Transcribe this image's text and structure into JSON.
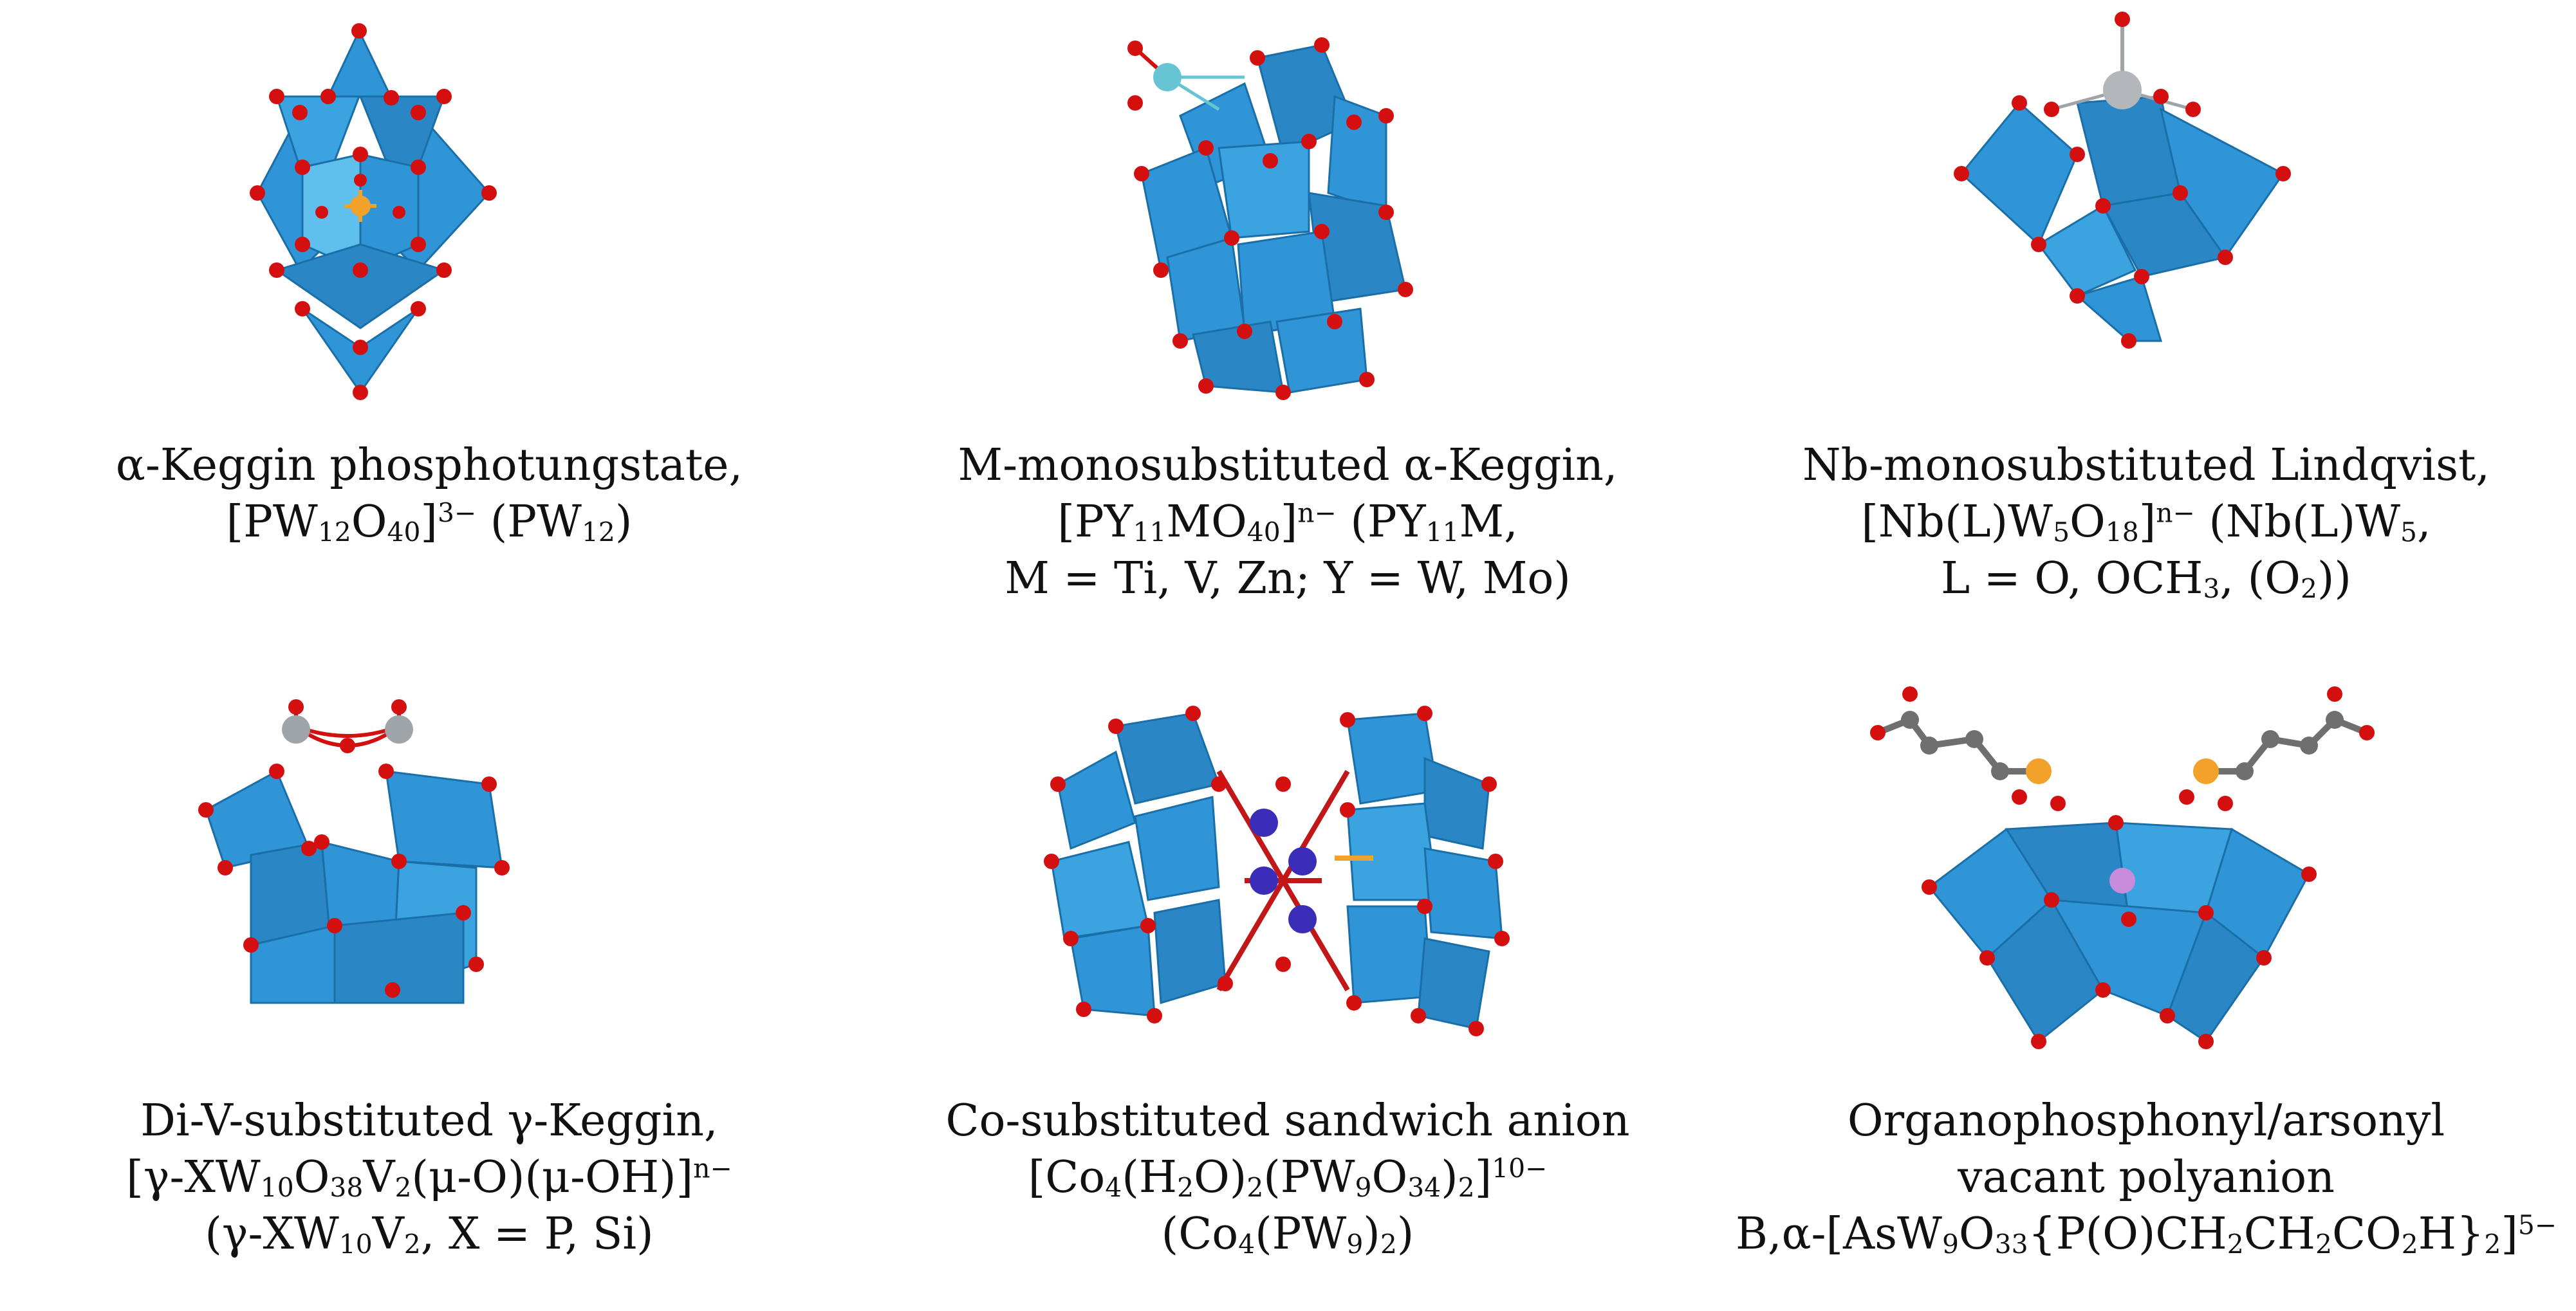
{
  "panels": [
    {
      "id": "keggin",
      "structure": "alpha-keggin-polyhedral-model",
      "caption": [
        [
          {
            "t": "α"
          },
          {
            "t": "-Keggin phosphotungstate,"
          }
        ],
        [
          {
            "t": "[PW"
          },
          {
            "sub": "12"
          },
          {
            "t": "O"
          },
          {
            "sub": "40"
          },
          {
            "t": "]"
          },
          {
            "sup": "3−"
          },
          {
            "t": " (PW"
          },
          {
            "sub": "12"
          },
          {
            "t": ")"
          }
        ]
      ]
    },
    {
      "id": "mono-keggin",
      "structure": "monosubstituted-keggin-polyhedral-model",
      "caption": [
        [
          {
            "t": "M-monosubstituted α-Keggin,"
          }
        ],
        [
          {
            "t": "[PY"
          },
          {
            "sub": "11"
          },
          {
            "t": "MO"
          },
          {
            "sub": "40"
          },
          {
            "t": "]"
          },
          {
            "sup": "n−"
          },
          {
            "t": " (PY"
          },
          {
            "sub": "11"
          },
          {
            "t": "M,"
          }
        ],
        [
          {
            "t": "M = Ti, V, Zn; Y = W, Mo)"
          }
        ]
      ]
    },
    {
      "id": "lindqvist",
      "structure": "lindqvist-polyhedral-model",
      "caption": [
        [
          {
            "t": "Nb-monosubstituted Lindqvist,"
          }
        ],
        [
          {
            "t": "[Nb(L)W"
          },
          {
            "sub": "5"
          },
          {
            "t": "O"
          },
          {
            "sub": "18"
          },
          {
            "t": "]"
          },
          {
            "sup": "n−"
          },
          {
            "t": " (Nb(L)W"
          },
          {
            "sub": "5"
          },
          {
            "t": ","
          }
        ],
        [
          {
            "t": "L = O, OCH"
          },
          {
            "sub": "3"
          },
          {
            "t": ", (O"
          },
          {
            "sub": "2"
          },
          {
            "t": "))"
          }
        ]
      ]
    },
    {
      "id": "gamma-keggin",
      "structure": "divanadium-gamma-keggin-polyhedral-model",
      "caption": [
        [
          {
            "t": "Di-V-substituted γ-Keggin,"
          }
        ],
        [
          {
            "t": "[γ-XW"
          },
          {
            "sub": "10"
          },
          {
            "t": "O"
          },
          {
            "sub": "38"
          },
          {
            "t": "V"
          },
          {
            "sub": "2"
          },
          {
            "t": "(μ-O)(μ-OH)]"
          },
          {
            "sup": "n−"
          }
        ],
        [
          {
            "t": "(γ-XW"
          },
          {
            "sub": "10"
          },
          {
            "t": "V"
          },
          {
            "sub": "2"
          },
          {
            "t": ", X = P, Si)"
          }
        ]
      ]
    },
    {
      "id": "sandwich",
      "structure": "cobalt-sandwich-polyhedral-model",
      "caption": [
        [
          {
            "t": "Co-substituted sandwich anion"
          }
        ],
        [
          {
            "t": "[Co"
          },
          {
            "sub": "4"
          },
          {
            "t": "(H"
          },
          {
            "sub": "2"
          },
          {
            "t": "O)"
          },
          {
            "sub": "2"
          },
          {
            "t": "(PW"
          },
          {
            "sub": "9"
          },
          {
            "t": "O"
          },
          {
            "sub": "34"
          },
          {
            "t": ")"
          },
          {
            "sub": "2"
          },
          {
            "t": "]"
          },
          {
            "sup": "10−"
          }
        ],
        [
          {
            "t": "(Co"
          },
          {
            "sub": "4"
          },
          {
            "t": "(PW"
          },
          {
            "sub": "9"
          },
          {
            "t": ")"
          },
          {
            "sub": "2"
          },
          {
            "t": ")"
          }
        ]
      ]
    },
    {
      "id": "organo",
      "structure": "organophosphonyl-polyanion-model",
      "caption": [
        [
          {
            "t": "Organophosphonyl/arsonyl"
          }
        ],
        [
          {
            "t": "vacant polyanion"
          }
        ],
        [
          {
            "t": "B,α-[AsW"
          },
          {
            "sub": "9"
          },
          {
            "t": "O"
          },
          {
            "sub": "33"
          },
          {
            "t": "{P(O)CH"
          },
          {
            "sub": "2"
          },
          {
            "t": "CH"
          },
          {
            "sub": "2"
          },
          {
            "t": "CO"
          },
          {
            "sub": "2"
          },
          {
            "t": "H}"
          },
          {
            "sub": "2"
          },
          {
            "t": "]"
          },
          {
            "sup": "5−"
          }
        ]
      ]
    }
  ],
  "colors": {
    "polyhedron": "#2f95d6",
    "polyhedron_light": "#5fc0ee",
    "polyhedron_dark": "#1a6fa8",
    "oxygen": "#d40f0f",
    "phosphorus": "#f2a12a",
    "cobalt": "#3a2eb8",
    "substituent_metal": "#9fa4a8",
    "titanium": "#67c4d2",
    "arsenic": "#c98bdc",
    "carbon": "#6f6f6f"
  }
}
